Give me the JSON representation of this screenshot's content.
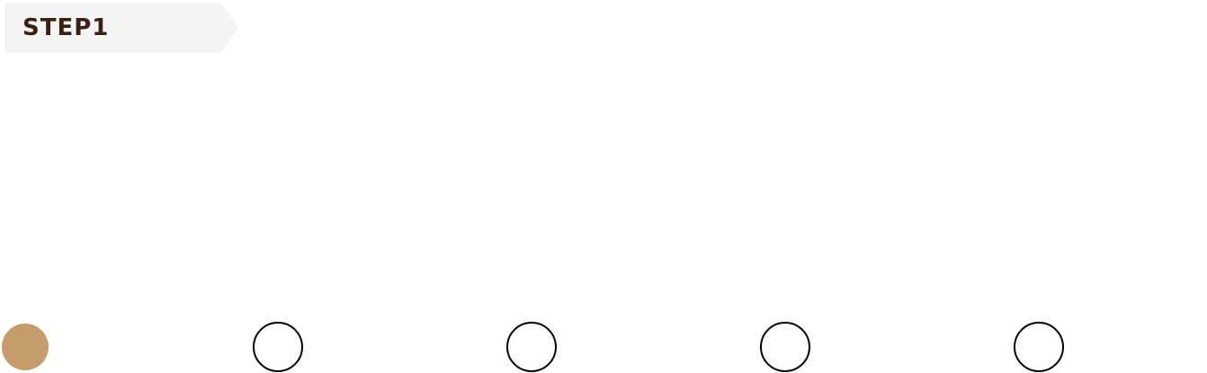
{
  "step": {
    "label": "STEP1"
  },
  "pagination": {
    "count": 5,
    "active_index": 0,
    "active_color": "#c69c6d",
    "inactive_border_color": "#000000"
  }
}
